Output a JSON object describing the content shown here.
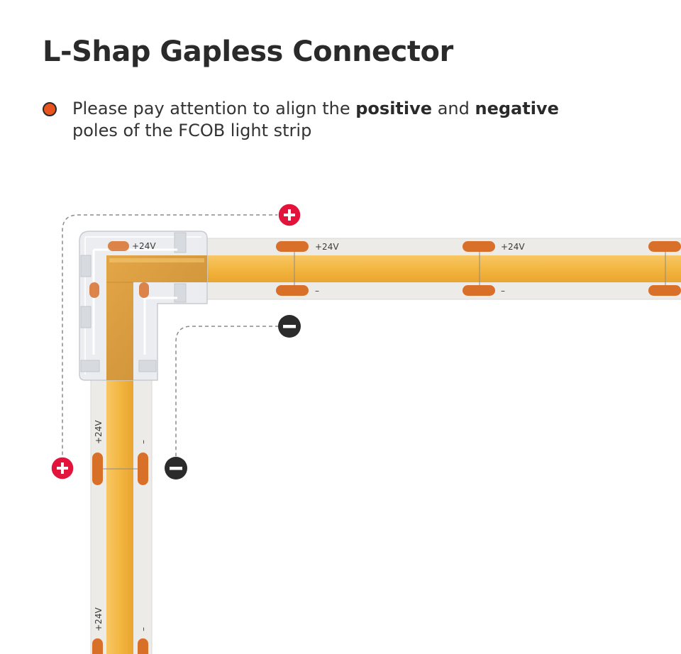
{
  "title": "L-Shap Gapless Connector",
  "note": {
    "prefix": "Please pay attention to align the ",
    "positive": "positive",
    "middle": " and ",
    "negative": "negative",
    "suffix": "poles of the FCOB light strip"
  },
  "labels": {
    "positive_voltage": "+24V",
    "negative": "–",
    "plus_symbol": "+",
    "minus_symbol": "–"
  },
  "colors": {
    "bullet": "#e8531e",
    "cob_yellow": "#f2b33d",
    "pad_orange": "#d8702a",
    "positive_marker": "#e3143c",
    "negative_marker": "#2b2b2b",
    "strip_pcb": "#ecebe8"
  },
  "icons": [
    "plus-circle-icon",
    "minus-circle-icon"
  ]
}
